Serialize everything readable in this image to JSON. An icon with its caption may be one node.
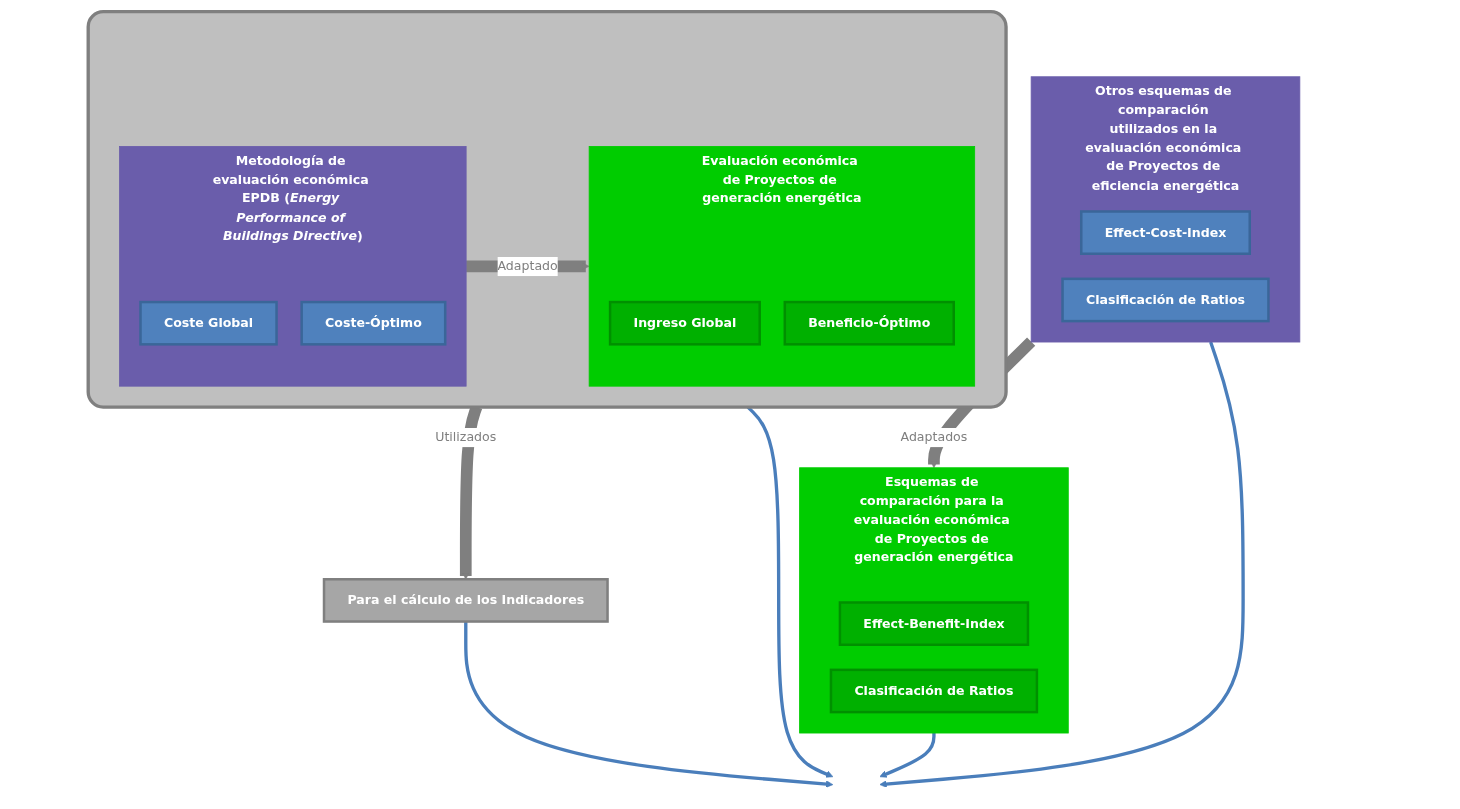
{
  "diagram": {
    "nodes": [
      {
        "text": [],
        "shape": "box"
      },
      {
        "text": [
          "Metodología de evaluación económica EPDB (*Energy Performance of Buildings Directive*)"
        ],
        "in": 0
      },
      {
        "text": [
          "Coste Global"
        ],
        "in": 1
      },
      {
        "text": [
          "Coste-Óptimo"
        ],
        "in": 1
      },
      {
        "text": [
          "Evaluación económica de Proyectos de generación energética"
        ],
        "in": 0
      },
      {
        "text": [
          "Ingreso Global"
        ],
        "in": 4
      },
      {
        "text": [
          "Beneficio-Óptimo"
        ],
        "in": 4
      },
      {
        "text": [
          "Para el cálculo de los Indicadores"
        ]
      },
      {
        "text": [
          "Otros esquemas de comparación utilizados en la evaluación económica de Proyectos de eficiencia energética"
        ]
      },
      {
        "text": [
          "Effect-Cost-Index"
        ],
        "in": 8
      },
      {
        "text": [
          "Clasificación de Ratios"
        ],
        "in": 8
      },
      {
        "text": [
          "Esquemas de comparación para la evaluación económica de Proyectos de generación energética"
        ]
      },
      {
        "text": [
          "Effect-Benefit-Index"
        ],
        "in": 11
      },
      {
        "text": [
          "Clasificación de Ratios"
        ],
        "in": 11
      }
    ],
    "edges": [
      {
        "from": 1,
        "to": 4,
        "arrow": "to",
        "label": "Adaptado",
        "style": "thick",
        "color": "#7f7f7f"
      },
      {
        "from": 0,
        "to": 7,
        "arrow": "to",
        "label": "Utilizados",
        "style": "thick",
        "color": "#7f7f7f"
      },
      {
        "from": 8,
        "to": 11,
        "arrow": "to",
        "label": "Adaptados",
        "style": "thick",
        "color": "#7f7f7f"
      },
      {
        "from": 8,
        "to": null,
        "arrow": "to"
      },
      {
        "from": 0,
        "to": null,
        "arrow": "to"
      },
      {
        "from": 11,
        "to": null,
        "arrow": "to"
      },
      {
        "from": 7,
        "to": null,
        "arrow": "to"
      }
    ]
  }
}
